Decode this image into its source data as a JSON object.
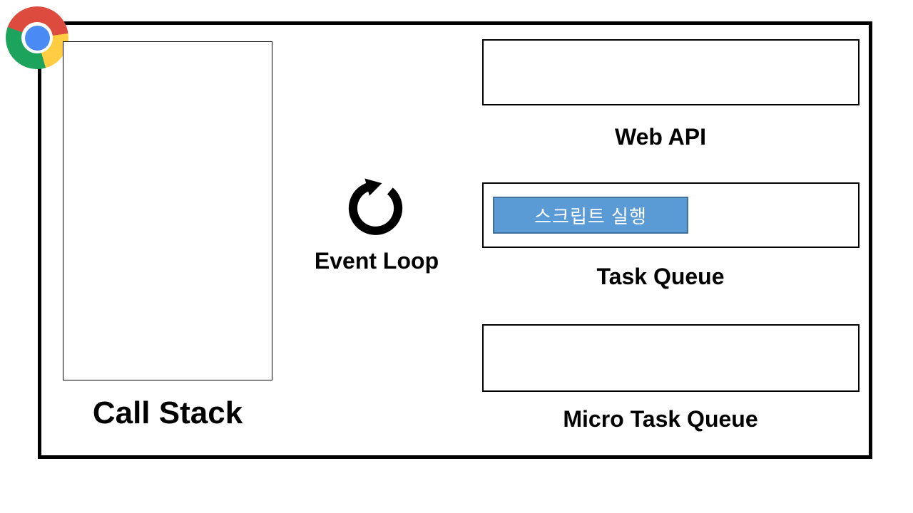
{
  "diagram": {
    "subject": "browser-event-loop"
  },
  "labels": {
    "call_stack": "Call Stack",
    "event_loop": "Event Loop",
    "web_api": "Web API",
    "task_queue": "Task Queue",
    "micro_task_queue": "Micro Task Queue"
  },
  "call_stack": {
    "items": []
  },
  "web_api": {
    "items": []
  },
  "task_queue": {
    "items": [
      {
        "label": "스크립트 실행"
      }
    ]
  },
  "micro_task_queue": {
    "items": []
  },
  "icons": {
    "chrome_logo": "chrome-browser-logo",
    "event_loop": "clockwise-circular-arrow"
  },
  "colors": {
    "background": "#ffffff",
    "outline": "#000000",
    "task_item_fill": "#5b9bd5",
    "task_item_border": "#41719c",
    "task_item_text": "#ffffff",
    "chrome_red": "#dc4b3e",
    "chrome_yellow": "#ffcc42",
    "chrome_green": "#1ca45c",
    "chrome_blue": "#4a8af4",
    "chrome_ring": "#ffffff"
  }
}
